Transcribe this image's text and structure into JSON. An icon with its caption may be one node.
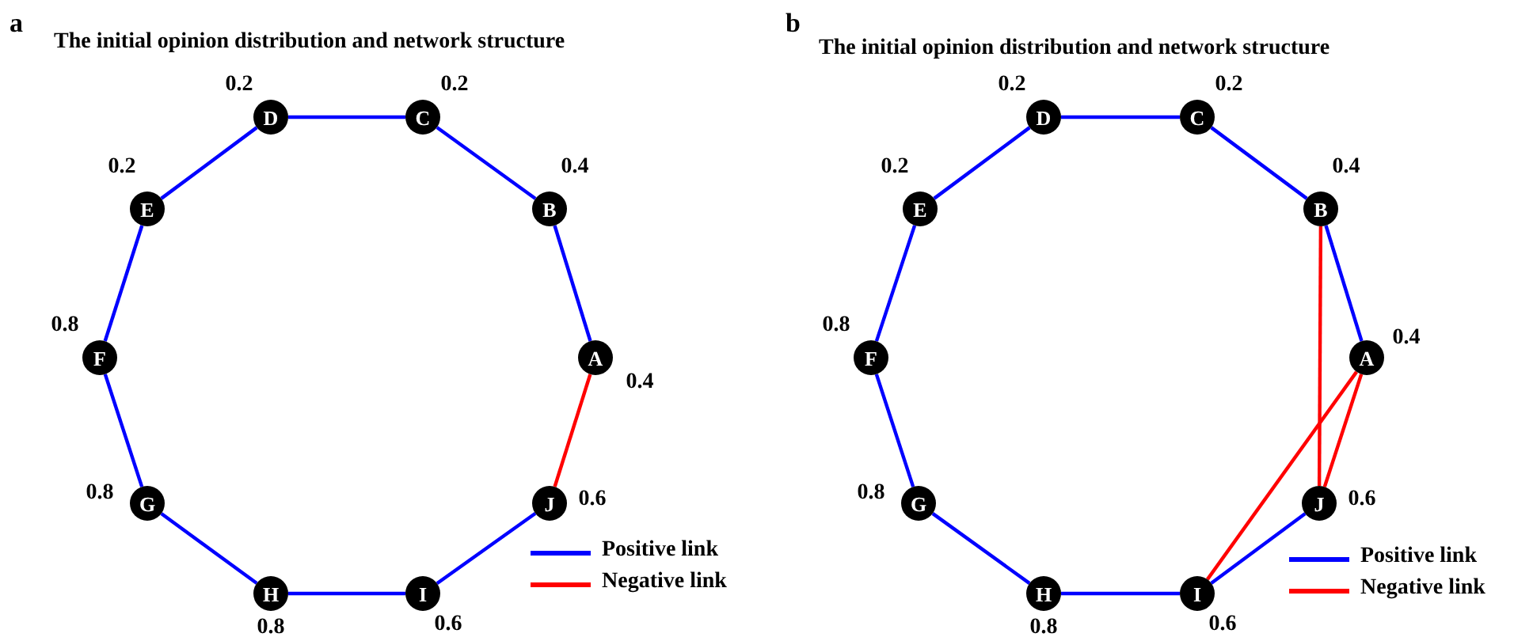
{
  "diagram": {
    "nodes": [
      {
        "text": [
          "A"
        ],
        "beside": [
          "0.4"
        ]
      },
      {
        "text": [
          "B"
        ],
        "beside": [
          "0.4"
        ]
      },
      {
        "text": [
          "C"
        ],
        "beside": [
          "0.2"
        ]
      },
      {
        "text": [
          "D"
        ],
        "beside": [
          "0.2"
        ]
      },
      {
        "text": [
          "E"
        ],
        "beside": [
          "0.2"
        ]
      },
      {
        "text": [
          "F"
        ],
        "beside": [
          "0.8"
        ]
      },
      {
        "text": [
          "G"
        ],
        "beside": [
          "0.8"
        ]
      },
      {
        "text": [
          "H"
        ],
        "beside": [
          "0.8"
        ]
      },
      {
        "text": [
          "I"
        ],
        "beside": [
          "0.6"
        ]
      },
      {
        "text": [
          "J"
        ],
        "beside": [
          "0.6"
        ]
      },
      {
        "text": [
          "A"
        ],
        "beside": [
          "0.4"
        ]
      },
      {
        "text": [
          "B"
        ],
        "beside": [
          "0.4"
        ]
      },
      {
        "text": [
          "C"
        ],
        "beside": [
          "0.2"
        ]
      },
      {
        "text": [
          "D"
        ],
        "beside": [
          "0.2"
        ]
      },
      {
        "text": [
          "E"
        ],
        "beside": [
          "0.2"
        ]
      },
      {
        "text": [
          "F"
        ],
        "beside": [
          "0.8"
        ]
      },
      {
        "text": [
          "G"
        ],
        "beside": [
          "0.8"
        ]
      },
      {
        "text": [
          "H"
        ],
        "beside": [
          "0.8"
        ]
      },
      {
        "text": [
          "I"
        ],
        "beside": [
          "0.6"
        ]
      },
      {
        "text": [
          "J"
        ],
        "beside": [
          "0.6"
        ]
      }
    ],
    "edges": [
      {
        "from": 0,
        "to": 1,
        "arrow": "none"
      },
      {
        "from": 1,
        "to": 2,
        "arrow": "none"
      },
      {
        "from": 2,
        "to": 3,
        "arrow": "none"
      },
      {
        "from": 3,
        "to": 4,
        "arrow": "none"
      },
      {
        "from": 4,
        "to": 5,
        "arrow": "none"
      },
      {
        "from": 5,
        "to": 6,
        "arrow": "none"
      },
      {
        "from": 6,
        "to": 7,
        "arrow": "none"
      },
      {
        "from": 7,
        "to": 8,
        "arrow": "none"
      },
      {
        "from": 8,
        "to": 9,
        "arrow": "none"
      },
      {
        "from": 9,
        "to": 0,
        "arrow": "none",
        "color": "#ff0000"
      },
      {
        "from": 10,
        "to": 11,
        "arrow": "none"
      },
      {
        "from": 11,
        "to": 12,
        "arrow": "none"
      },
      {
        "from": 12,
        "to": 13,
        "arrow": "none"
      },
      {
        "from": 13,
        "to": 14,
        "arrow": "none"
      },
      {
        "from": 14,
        "to": 15,
        "arrow": "none"
      },
      {
        "from": 15,
        "to": 16,
        "arrow": "none"
      },
      {
        "from": 16,
        "to": 17,
        "arrow": "none"
      },
      {
        "from": 17,
        "to": 18,
        "arrow": "none"
      },
      {
        "from": 18,
        "to": 19,
        "arrow": "none"
      },
      {
        "from": 11,
        "to": 19,
        "arrow": "none",
        "color": "#ff0000"
      },
      {
        "from": 10,
        "to": 19,
        "arrow": "none",
        "color": "#ff0000"
      },
      {
        "from": 10,
        "to": 18,
        "arrow": "none",
        "color": "#ff0000"
      }
    ],
    "labels": [
      "a",
      "The initial opinion distribution and network structure",
      "b",
      "The initial opinion distribution and network structure"
    ],
    "legend": [
      {
        "text": "Positive link",
        "color": "#0000ff"
      },
      {
        "text": "Negative link",
        "color": "#ff0000"
      },
      {
        "text": "Positive link",
        "color": "#0000ff"
      },
      {
        "text": "Negative link",
        "color": "#ff0000"
      }
    ]
  }
}
